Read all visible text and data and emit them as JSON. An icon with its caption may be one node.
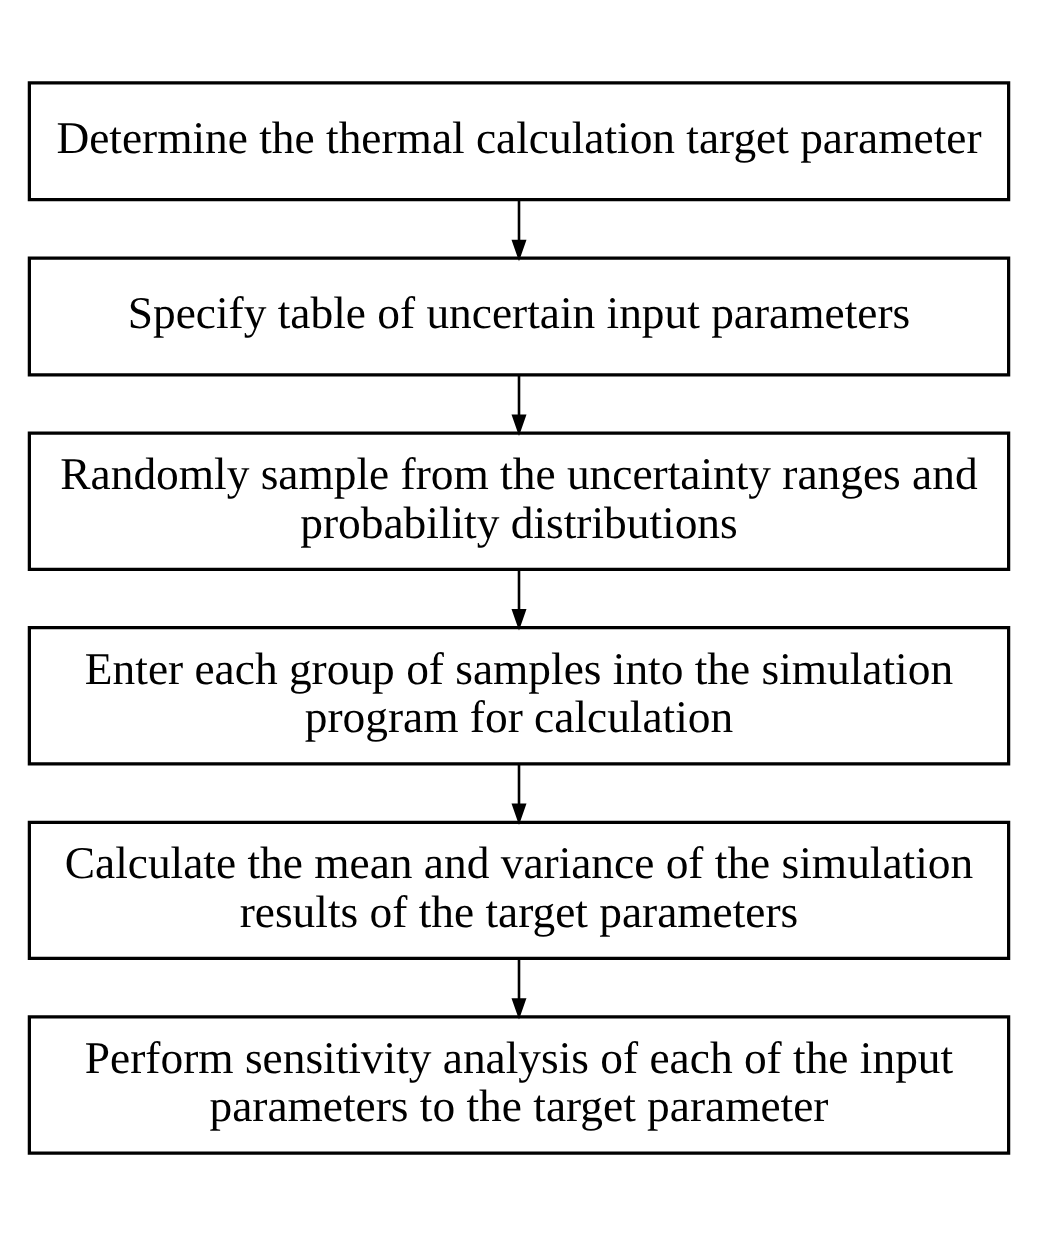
{
  "diagram": {
    "nodes": [
      {
        "text": [
          "Determine the thermal calculation target parameter"
        ]
      },
      {
        "text": [
          "Specify table of uncertain input parameters"
        ]
      },
      {
        "text": [
          "Randomly sample from the uncertainty ranges and probability distributions"
        ]
      },
      {
        "text": [
          "Enter each group of samples into the simulation program for calculation"
        ]
      },
      {
        "text": [
          "Calculate the mean and variance of the simulation results of the target parameters"
        ]
      },
      {
        "text": [
          "Perform sensitivity analysis of each of the input parameters to the target parameter"
        ]
      }
    ],
    "edges": [
      {
        "from": 0,
        "to": 1,
        "arrow": "to"
      },
      {
        "from": 1,
        "to": 2,
        "arrow": "to"
      },
      {
        "from": 2,
        "to": 3,
        "arrow": "to"
      },
      {
        "from": 3,
        "to": 4,
        "arrow": "to"
      },
      {
        "from": 4,
        "to": 5,
        "arrow": "to"
      }
    ]
  }
}
